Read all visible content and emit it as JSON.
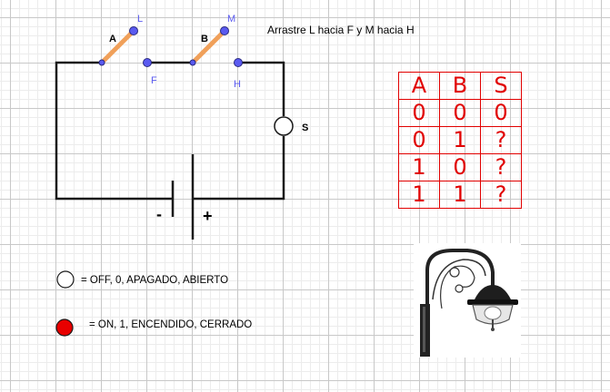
{
  "instruction": "Arrastre L hacia F y M hacia H",
  "labels": {
    "switch_a": "A",
    "switch_b": "B",
    "point_l": "L",
    "point_m": "M",
    "point_f": "F",
    "point_h": "H",
    "lamp": "S",
    "minus": "-",
    "plus": "+"
  },
  "legend": {
    "off_text": "= OFF, 0, APAGADO, ABIERTO",
    "on_text": "= ON, 1, ENCENDIDO, CERRADO",
    "off_color": "#ffffff",
    "on_color": "#e80000"
  },
  "truth_table": {
    "headers": [
      "A",
      "B",
      "S"
    ],
    "rows": [
      [
        "0",
        "0",
        "0"
      ],
      [
        "0",
        "1",
        "?"
      ],
      [
        "1",
        "0",
        "?"
      ],
      [
        "1",
        "1",
        "?"
      ]
    ]
  },
  "colors": {
    "switch_arm": "#f0a05a",
    "point_fill": "#5a5af0",
    "point_label": "#5a5af0",
    "table": "#e10000",
    "wire": "#1a1a1a"
  }
}
